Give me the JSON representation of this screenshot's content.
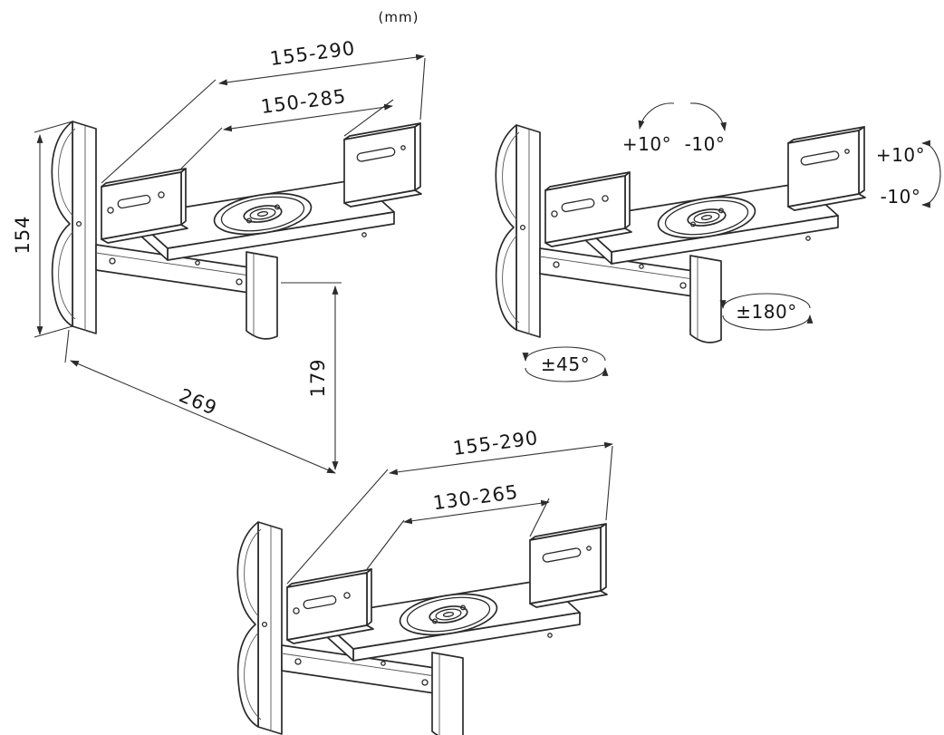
{
  "unit_note": "(mm)",
  "colors": {
    "line": "#2b2b2b",
    "dimension_line": "#333333",
    "background": "#ffffff"
  },
  "dimension_views": {
    "side_view": {
      "outer_width": "155-290",
      "inner_width": "150-285",
      "wall_plate_height": "154",
      "extension_depth": "269",
      "drop_height": "179"
    },
    "bottom_view": {
      "outer_width": "155-290",
      "inner_width": "130-265"
    }
  },
  "motion_view": {
    "tilt_top_positive": "+10°",
    "tilt_top_negative": "-10°",
    "tilt_side_positive": "+10°",
    "tilt_side_negative": "-10°",
    "swivel_joint": "±180°",
    "swivel_wall": "±45°"
  }
}
